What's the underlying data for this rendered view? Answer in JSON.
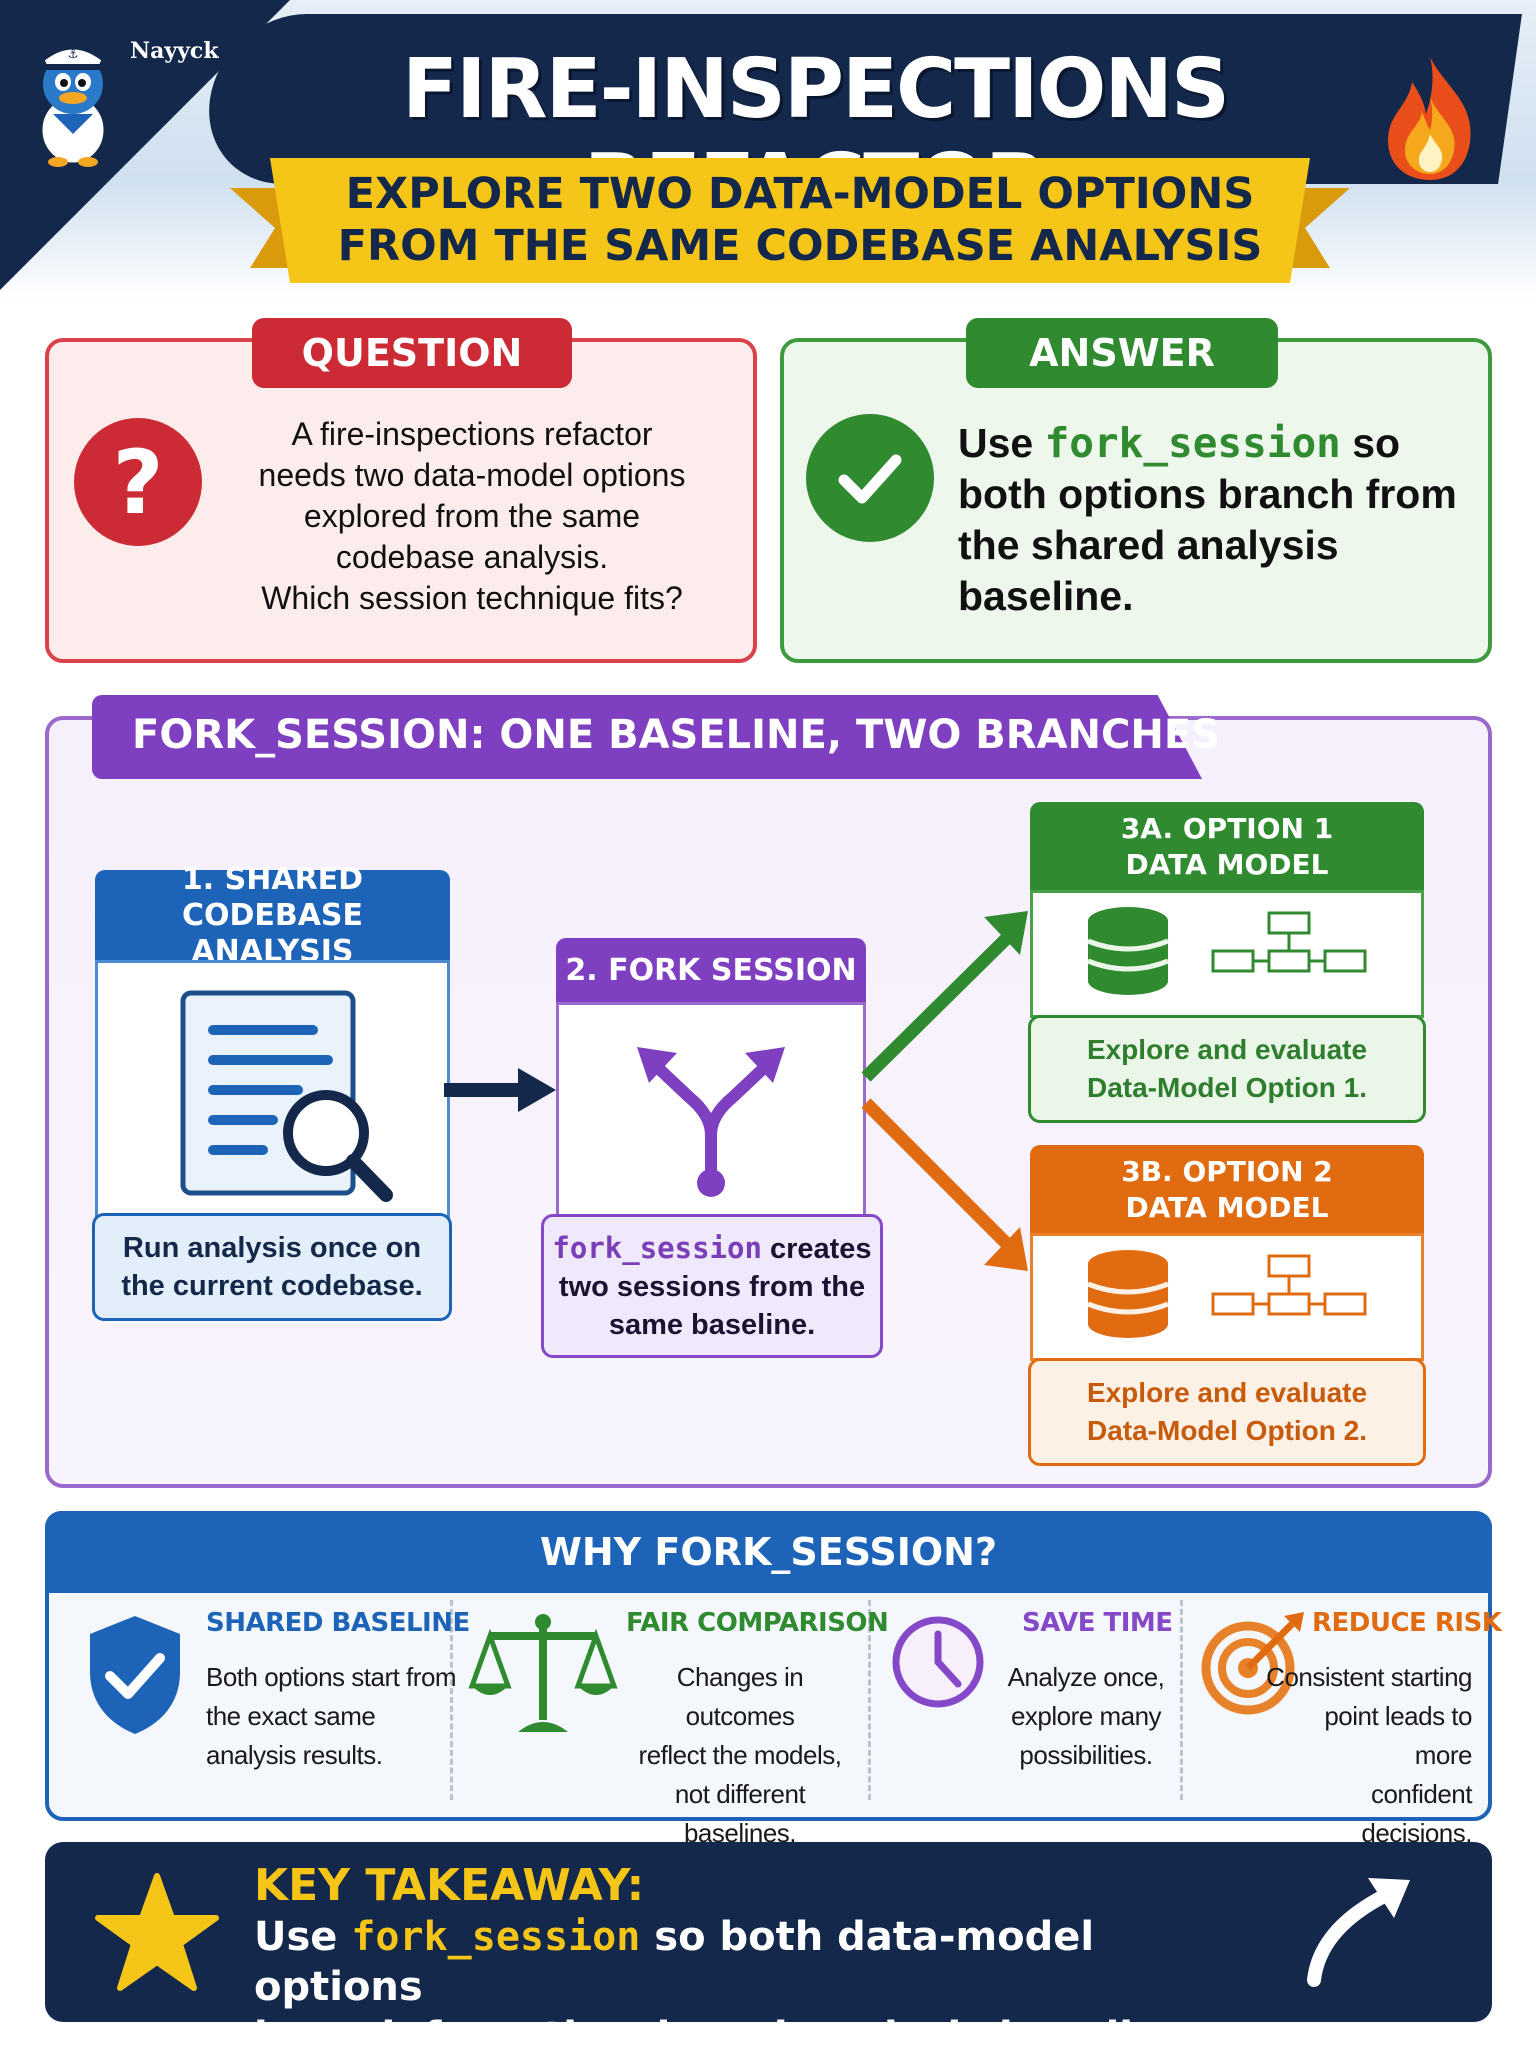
{
  "header": {
    "title": "FIRE-INSPECTIONS REFACTOR",
    "subtitle_line1": "EXPLORE TWO DATA-MODEL OPTIONS",
    "subtitle_line2": "FROM THE SAME CODEBASE ANALYSIS",
    "mascot_label": "Nayyck"
  },
  "question": {
    "tag": "QUESTION",
    "line1": "A fire-inspections refactor",
    "line2": "needs two data-model options",
    "line3": "explored from the same",
    "line4": "codebase analysis.",
    "line5": "Which session technique fits?"
  },
  "answer": {
    "tag": "ANSWER",
    "prefix": "Use ",
    "code": "fork_session",
    "suffix": " so both options branch from the shared analysis baseline."
  },
  "fork": {
    "title": "FORK_SESSION: ONE BASELINE, TWO BRANCHES",
    "step1_title_line1": "1. SHARED CODEBASE",
    "step1_title_line2": "ANALYSIS",
    "step1_caption_line1": "Run analysis once on",
    "step1_caption_line2": "the current codebase.",
    "step2_title": "2. FORK SESSION",
    "step2_code": "fork_session",
    "step2_caption_rest1": " creates",
    "step2_caption_line2": "two sessions from the",
    "step2_caption_line3": "same baseline.",
    "opt1_title_line1": "3A. OPTION 1",
    "opt1_title_line2": "DATA MODEL",
    "opt1_caption_line1": "Explore and evaluate",
    "opt1_caption_line2": "Data-Model Option 1.",
    "opt2_title_line1": "3B. OPTION 2",
    "opt2_title_line2": "DATA MODEL",
    "opt2_caption_line1": "Explore and evaluate",
    "opt2_caption_line2": "Data-Model Option 2."
  },
  "why": {
    "title": "WHY FORK_SESSION?",
    "items": [
      {
        "title": "SHARED BASELINE",
        "line1": "Both options start from",
        "line2": "the exact same",
        "line3": "analysis results.",
        "icon": "shield-check-icon"
      },
      {
        "title": "FAIR COMPARISON",
        "line1": "Changes in outcomes",
        "line2": "reflect the models,",
        "line3": "not different baselines.",
        "icon": "scales-icon"
      },
      {
        "title": "SAVE TIME",
        "line1": "Analyze once,",
        "line2": "explore many",
        "line3": "possibilities.",
        "icon": "clock-icon"
      },
      {
        "title": "REDUCE RISK",
        "line1": "Consistent starting",
        "line2": "point leads to more",
        "line3": "confident decisions.",
        "icon": "target-icon"
      }
    ]
  },
  "takeaway": {
    "title": "KEY TAKEAWAY:",
    "prefix": "Use ",
    "code": "fork_session",
    "suffix": " so both data-model options",
    "line2": "branch from the shared analysis baseline."
  },
  "colors": {
    "navy": "#13284b",
    "red": "#cc2b35",
    "green": "#2f8a30",
    "purple": "#7e3fc0",
    "blue": "#1d64b8",
    "orange": "#e06b10",
    "yellow": "#f5c518"
  }
}
